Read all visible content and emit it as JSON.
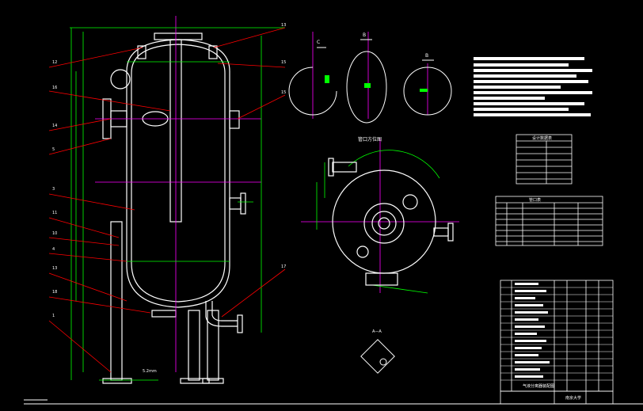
{
  "labels": {
    "nozzle_orientation_title": "管口方位图",
    "design_data_title": "设计数据表",
    "nozzle_table_title": "管口表",
    "title_block_drawing_name": "气液分离器装配图",
    "title_block_school": "南京大学",
    "section_c_label": "C",
    "section_b_label": "B",
    "section_a_label": "B",
    "aa_label": "A—A",
    "dim_bottom": "5.2mm"
  },
  "colors": {
    "background": "#000000",
    "line": "#ffffff",
    "dimension": "#00ff00",
    "leader": "#ff0000",
    "centerline": "#ff00ff",
    "hidden": "#ffff00",
    "accent": "#00ffff"
  }
}
